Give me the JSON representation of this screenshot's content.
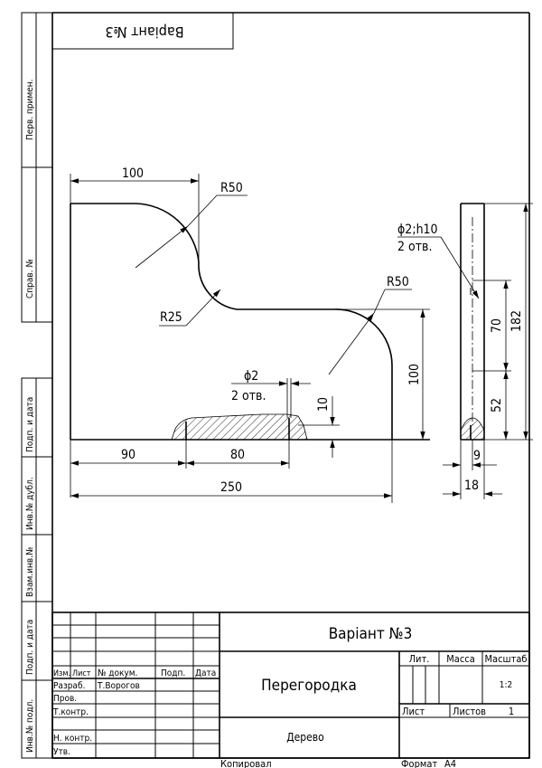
{
  "variant_label_rotated": "Варіант №3",
  "side_strips": {
    "top": [
      "Перв. примен.",
      "Справ. №"
    ],
    "bottom": [
      "Подп. и дата",
      "Инв.№ дубл.",
      "Взам.инв.№",
      "Подп. и дата",
      "Инв.№ подл."
    ]
  },
  "dimensions": {
    "top_width": "100",
    "r50_top": "R50",
    "r25": "R25",
    "r50_right": "R50",
    "hole_d": "ϕ2",
    "hole_count": "2 отв.",
    "height_10": "10",
    "right_height": "100",
    "left_90": "90",
    "mid_80": "80",
    "overall_250": "250",
    "side_hole_d": "ϕ2;h10",
    "side_hole_count": "2 отв.",
    "side_70": "70",
    "side_182": "182",
    "side_52": "52",
    "side_9": "9",
    "side_18": "18"
  },
  "title_block": {
    "title": "Варіант №3",
    "part_name": "Перегородка",
    "material": "Дерево",
    "headers": {
      "izm": "Изм.",
      "list": "Лист",
      "doc_no": "№ докум.",
      "podp": "Подп.",
      "data": "Дата",
      "lit": "Лит.",
      "massa": "Масса",
      "masshtab": "Масштаб",
      "list2": "Лист",
      "listov": "Листов"
    },
    "rows": {
      "razrab": "Разраб.",
      "razrab_name": "Т.Ворогов",
      "prov": "Пров.",
      "tkontr": "Т.контр.",
      "nkontr": "Н. контр.",
      "utv": "Утв."
    },
    "scale": "1:2",
    "sheets_total": "1"
  },
  "footer": {
    "copied": "Копировал",
    "format_label": "Формат",
    "format": "А4"
  }
}
